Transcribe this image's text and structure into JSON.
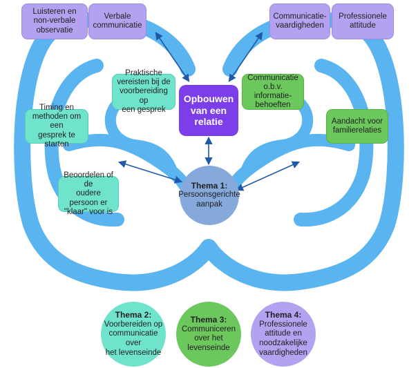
{
  "boxes": {
    "luisteren": "Luisteren en non-verbale observatie",
    "verbale": "Verbale communicatie",
    "communicatie_vaardigheden": "Communicatie-\nvaardigheden",
    "professionele_attitude": "Professionele\nattitude",
    "praktische": "Praktische\nvereisten bij de\nvoorbereiding op\neen gesprek",
    "opbouwen": "Opbouwen\nvan een\nrelatie",
    "communicatie_info": "Communicatie\no.b.v. informatie-\nbehoeften",
    "timing": "Timing en\nmethoden om een\ngesprek te starten",
    "familierelaties": "Aandacht voor\nfamilierelaties",
    "beoordelen": "Beoordelen of de\noudere persoon er\n\"klaar\" voor is"
  },
  "themes": {
    "thema1": {
      "title": "Thema 1:",
      "body": "Persoonsgerichte\naanpak"
    },
    "thema2": {
      "title": "Thema 2:",
      "body": "Voorbereiden op\ncommunicatie over\nhet levenseinde"
    },
    "thema3": {
      "title": "Thema 3:",
      "body": "Communiceren\nover het\nlevenseinde"
    },
    "thema4": {
      "title": "Thema 4:",
      "body": "Professionele\nattitude en\nnoodzakelijke\nvaardigheden"
    }
  },
  "colors": {
    "band": "#5ab4ef",
    "arrow": "#1e5aa8",
    "lavender": "#b3a2ef",
    "teal": "#6fe3cc",
    "green": "#6cc85d",
    "purple": "#7b3ee8",
    "blue_circle": "#86a9dc"
  }
}
